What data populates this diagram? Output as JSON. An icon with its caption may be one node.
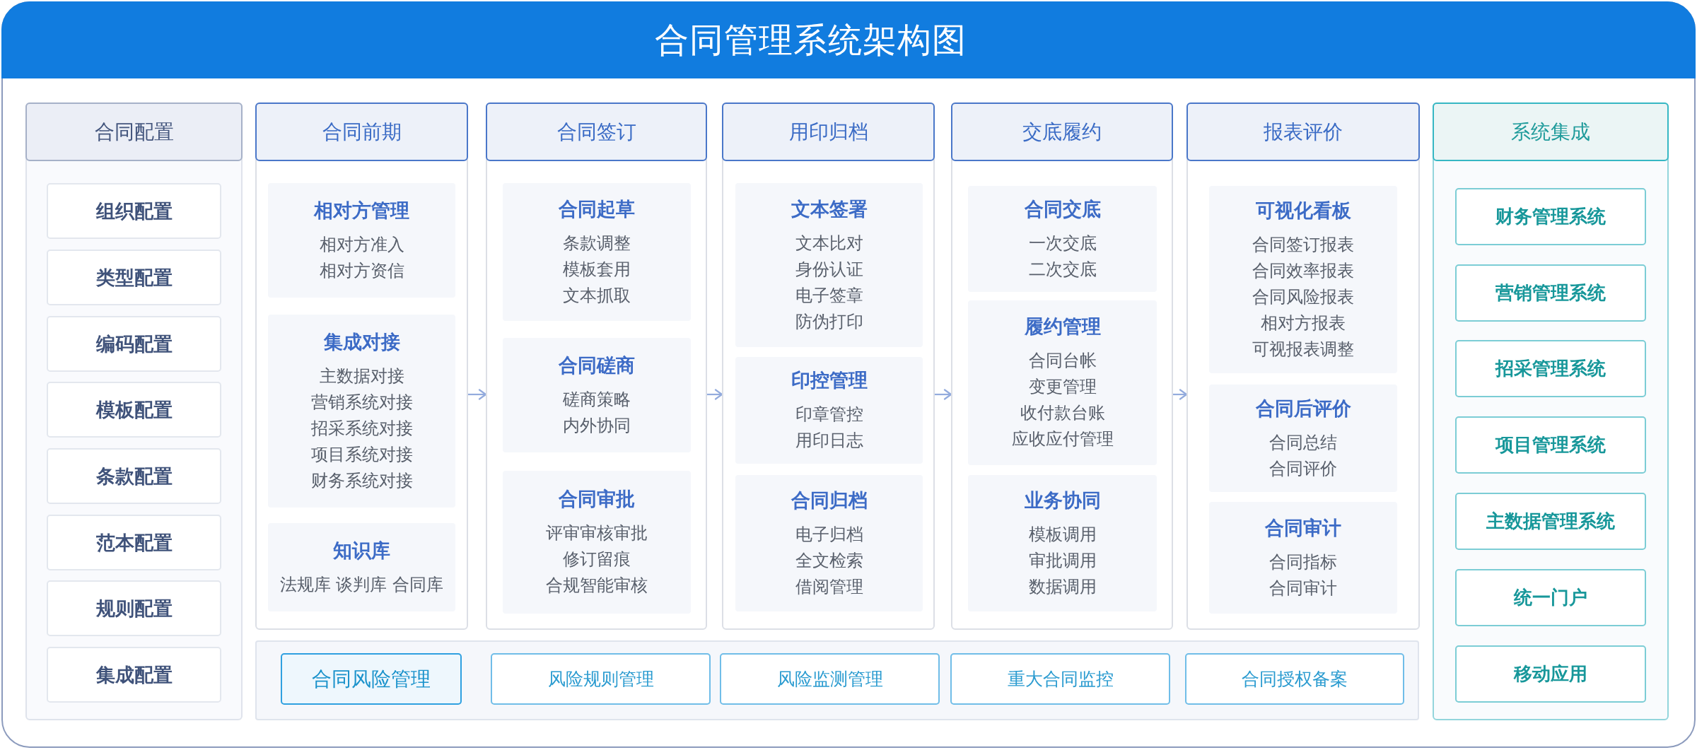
{
  "diagram": {
    "title": "合同管理系统架构图",
    "nodes": [
      {
        "text": [
          "合同配置"
        ]
      },
      {
        "text": [
          "组织配置"
        ],
        "in": 0
      },
      {
        "text": [
          "类型配置"
        ],
        "in": 0
      },
      {
        "text": [
          "编码配置"
        ],
        "in": 0
      },
      {
        "text": [
          "模板配置"
        ],
        "in": 0
      },
      {
        "text": [
          "条款配置"
        ],
        "in": 0
      },
      {
        "text": [
          "范本配置"
        ],
        "in": 0
      },
      {
        "text": [
          "规则配置"
        ],
        "in": 0
      },
      {
        "text": [
          "集成配置"
        ],
        "in": 0
      },
      {
        "text": [
          "合同前期"
        ]
      },
      {
        "text": [
          "相对方管理",
          "相对方准入",
          "相对方资信"
        ],
        "in": 9
      },
      {
        "text": [
          "集成对接",
          "主数据对接",
          "营销系统对接",
          "招采系统对接",
          "项目系统对接",
          "财务系统对接"
        ],
        "in": 9
      },
      {
        "text": [
          "知识库",
          "法规库 谈判库 合同库"
        ],
        "in": 9
      },
      {
        "text": [
          "合同签订"
        ]
      },
      {
        "text": [
          "合同起草",
          "条款调整",
          "模板套用",
          "文本抓取"
        ],
        "in": 13
      },
      {
        "text": [
          "合同磋商",
          "磋商策略",
          "内外协同"
        ],
        "in": 13
      },
      {
        "text": [
          "合同审批",
          "评审审核审批",
          "修订留痕",
          "合规智能审核"
        ],
        "in": 13
      },
      {
        "text": [
          "用印归档"
        ]
      },
      {
        "text": [
          "文本签署",
          "文本比对",
          "身份认证",
          "电子签章",
          "防伪打印"
        ],
        "in": 17
      },
      {
        "text": [
          "印控管理",
          "印章管控",
          "用印日志"
        ],
        "in": 17
      },
      {
        "text": [
          "合同归档",
          "电子归档",
          "全文检索",
          "借阅管理"
        ],
        "in": 17
      },
      {
        "text": [
          "交底履约"
        ]
      },
      {
        "text": [
          "合同交底",
          "一次交底",
          "二次交底"
        ],
        "in": 21
      },
      {
        "text": [
          "履约管理",
          "合同台帐",
          "变更管理",
          "收付款台账",
          "应收应付管理"
        ],
        "in": 21
      },
      {
        "text": [
          "业务协同",
          "模板调用",
          "审批调用",
          "数据调用"
        ],
        "in": 21
      },
      {
        "text": [
          "报表评价"
        ]
      },
      {
        "text": [
          "可视化看板",
          "合同签订报表",
          "合同效率报表",
          "合同风险报表",
          "相对方报表",
          "可视报表调整"
        ],
        "in": 25
      },
      {
        "text": [
          "合同后评价",
          "合同总结",
          "合同评价"
        ],
        "in": 25
      },
      {
        "text": [
          "合同审计",
          "合同指标",
          "合同审计"
        ],
        "in": 25
      },
      {
        "text": [
          "系统集成"
        ]
      },
      {
        "text": [
          "财务管理系统"
        ],
        "in": 29
      },
      {
        "text": [
          "营销管理系统"
        ],
        "in": 29
      },
      {
        "text": [
          "招采管理系统"
        ],
        "in": 29
      },
      {
        "text": [
          "项目管理系统"
        ],
        "in": 29
      },
      {
        "text": [
          "主数据管理系统"
        ],
        "in": 29
      },
      {
        "text": [
          "统一门户"
        ],
        "in": 29
      },
      {
        "text": [
          "移动应用"
        ],
        "in": 29
      },
      {
        "text": [
          "合同风险管理"
        ]
      },
      {
        "text": [
          "风险规则管理"
        ],
        "in": 37
      },
      {
        "text": [
          "风险监测管理"
        ],
        "in": 37
      },
      {
        "text": [
          "重大合同监控"
        ],
        "in": 37
      },
      {
        "text": [
          "合同授权备案"
        ],
        "in": 37
      }
    ],
    "edges": [
      {
        "from": 9,
        "to": 13,
        "arrow": "to"
      },
      {
        "from": 13,
        "to": 17,
        "arrow": "to"
      },
      {
        "from": 17,
        "to": 21,
        "arrow": "to"
      },
      {
        "from": 21,
        "to": 25,
        "arrow": "to"
      }
    ]
  }
}
